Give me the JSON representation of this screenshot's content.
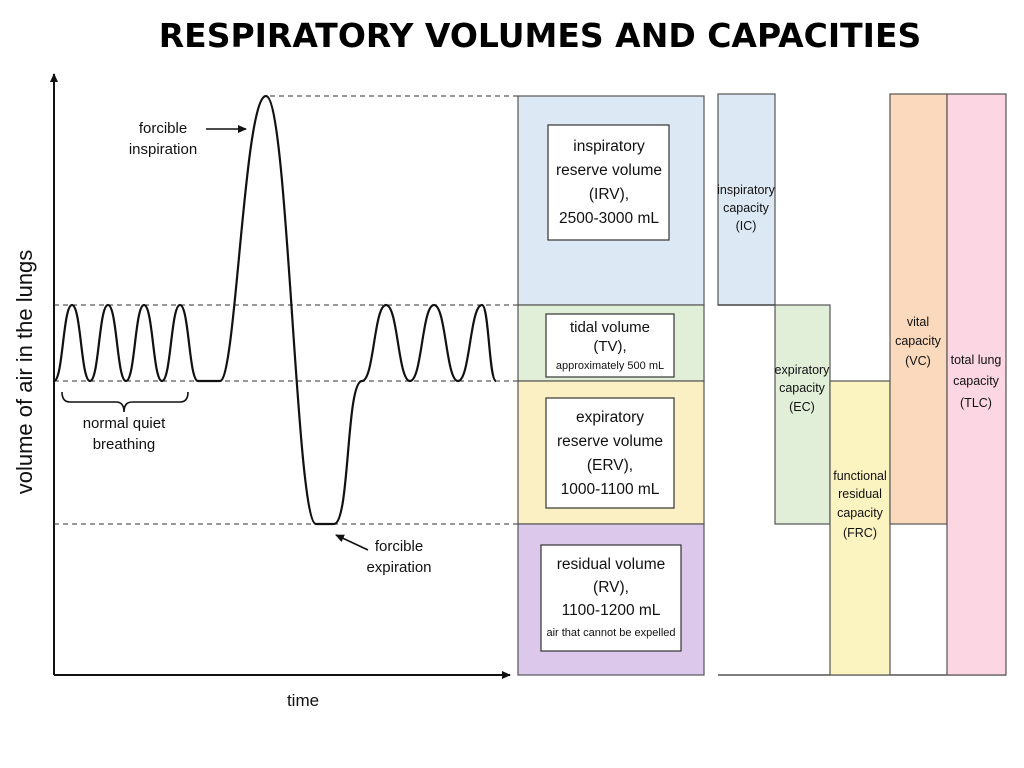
{
  "title": "RESPIRATORY VOLUMES AND CAPACITIES",
  "axes": {
    "y_label": "volume of air in the lungs",
    "x_label": "time"
  },
  "annotations": {
    "forcible_inspiration": [
      "forcible",
      "inspiration"
    ],
    "forcible_expiration": [
      "forcible",
      "expiration"
    ],
    "normal_quiet_breathing": [
      "normal quiet",
      "breathing"
    ]
  },
  "volumes": {
    "irv": {
      "lines": [
        "inspiratory",
        "reserve volume",
        "(IRV),",
        "2500-3000 mL"
      ],
      "color": "#dce9f5"
    },
    "tv": {
      "lines": [
        "tidal volume",
        "(TV),"
      ],
      "note": "approximately 500 mL",
      "color": "#e1efd9"
    },
    "erv": {
      "lines": [
        "expiratory",
        "reserve volume",
        "(ERV),",
        "1000-1100 mL"
      ],
      "color": "#fbefc4"
    },
    "rv": {
      "lines": [
        "residual volume",
        "(RV),",
        "1100-1200 mL"
      ],
      "note": "air that cannot be expelled",
      "color": "#dcc8ea"
    }
  },
  "capacities": {
    "ic": {
      "lines": [
        "inspiratory",
        "capacity",
        "(IC)"
      ],
      "color": "#dce9f5"
    },
    "ec": {
      "lines": [
        "expiratory",
        "capacity",
        "(EC)"
      ],
      "color": "#e1efd9"
    },
    "frc": {
      "lines": [
        "functional",
        "residual",
        "capacity",
        "(FRC)"
      ],
      "color": "#fbf3c0"
    },
    "vc": {
      "lines": [
        "vital",
        "capacity",
        "(VC)"
      ],
      "color": "#fbd9bd"
    },
    "tlc": {
      "lines": [
        "total lung",
        "capacity",
        "(TLC)"
      ],
      "color": "#fcd6e3"
    }
  }
}
